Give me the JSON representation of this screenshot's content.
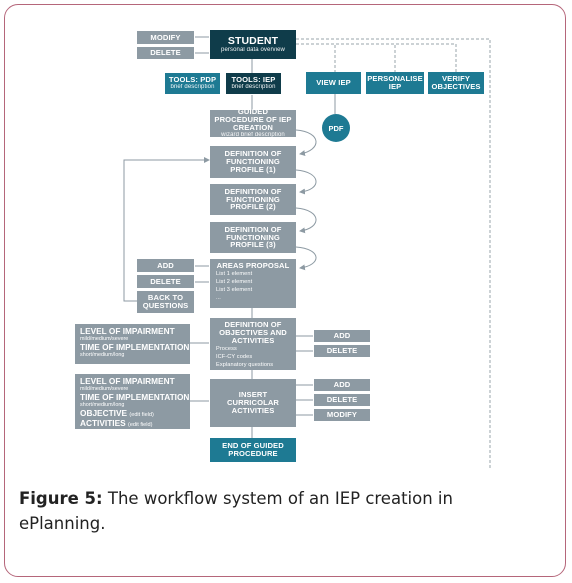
{
  "diagram": {
    "top_actions": {
      "modify": "MODIFY",
      "delete": "DELETE"
    },
    "student": {
      "title": "STUDENT",
      "subtitle": "personal data overview"
    },
    "tools_pdp": {
      "title": "TOOLS: PDP",
      "subtitle": "brief description"
    },
    "tools_iep": {
      "title": "TOOLS: IEP",
      "subtitle": "brief description"
    },
    "view_iep": "VIEW IEP",
    "personalise_iep": "PERSONALISE IEP",
    "verify_objectives": "VERIFY OBJECTIVES",
    "pdf": "PDF",
    "guided_procedure": {
      "title": "GUIDED PROCEDURE OF IEP CREATION",
      "subtitle": "wizard brief description"
    },
    "profile_1": "DEFINITION OF FUNCTIONING PROFILE (1)",
    "profile_2": "DEFINITION OF FUNCTIONING PROFILE (2)",
    "profile_3": "DEFINITION OF FUNCTIONING PROFILE (3)",
    "areas_proposal": {
      "title": "AREAS PROPOSAL",
      "items": [
        "List 1 element",
        "List 2 element",
        "List 3 element",
        "..."
      ]
    },
    "areas_actions": {
      "add": "ADD",
      "delete": "DELETE",
      "back": "BACK TO QUESTIONS"
    },
    "definition_objectives": {
      "title": "DEFINITION OF OBJECTIVES AND ACTIVITIES",
      "items": [
        "Process",
        "ICF-CY codes",
        "Explanatory questions"
      ]
    },
    "definition_actions": {
      "add": "ADD",
      "delete": "DELETE"
    },
    "level_1": {
      "impairment": "LEVEL OF IMPAIRMENT",
      "impairment_sub": "mild/medium/severe",
      "time": "TIME OF IMPLEMENTATION",
      "time_sub": "short/medium/long"
    },
    "level_2": {
      "impairment": "LEVEL OF IMPAIRMENT",
      "impairment_sub": "mild/medium/severe",
      "time": "TIME OF IMPLEMENTATION",
      "time_sub": "short/medium/long",
      "objective": "OBJECTIVE",
      "objective_sub": "(edit field)",
      "activities": "ACTIVITIES",
      "activities_sub": "(edit field)"
    },
    "insert_curricolar": "INSERT CURRICOLAR ACTIVITIES",
    "insert_actions": {
      "add": "ADD",
      "delete": "DELETE",
      "modify": "MODIFY"
    },
    "end": "END OF GUIDED PROCEDURE",
    "colors": {
      "gray": "#8d9aa3",
      "teal": "#1e7a93",
      "dark": "#0f3c4a",
      "frame": "#b5667a"
    }
  },
  "caption": {
    "label": "Figure 5:",
    "text": " The workflow system of an IEP creation in ePlanning."
  }
}
